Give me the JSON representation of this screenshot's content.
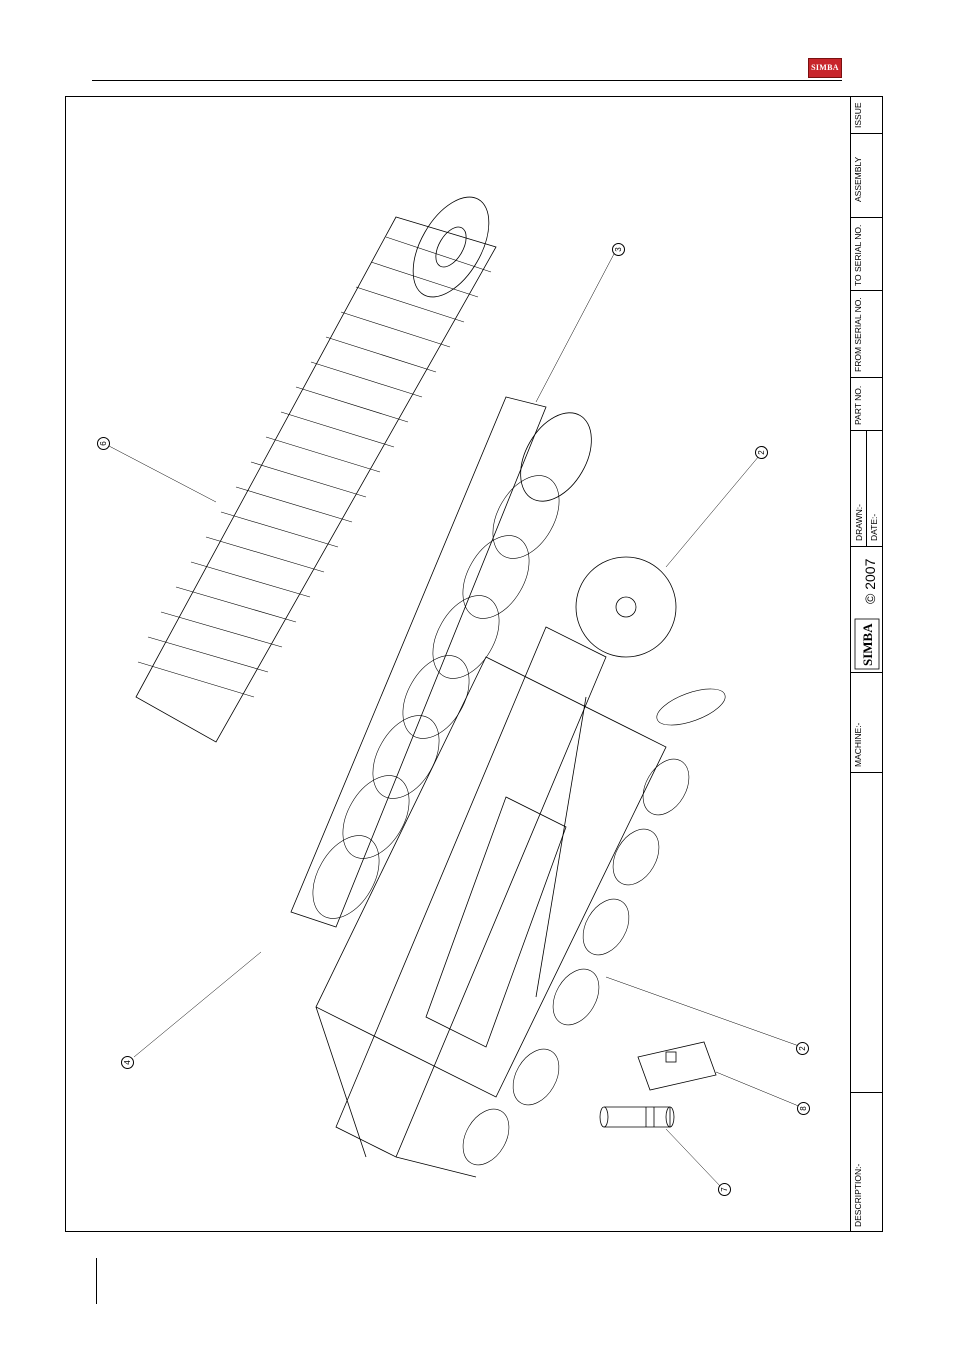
{
  "header": {
    "logo_text": "SIMBA"
  },
  "title_block": {
    "issue_label": "ISSUE",
    "assembly_label": "ASSEMBLY",
    "to_serial_label": "TO SERIAL NO.",
    "from_serial_label": "FROM SERIAL NO.",
    "part_no_label": "PART NO.",
    "drawn_label": "DRAWN:-",
    "date_label": "DATE:-",
    "copyright": "© 2007",
    "brand_mark": "SIMBA",
    "machine_label": "MACHINE:-",
    "description_label": "DESCRIPTION:-"
  },
  "callouts": [
    "6",
    "3",
    "2",
    "4",
    "2",
    "8",
    "7"
  ],
  "colors": {
    "line": "#000000",
    "logo_red": "#c8252b",
    "background": "#ffffff"
  }
}
